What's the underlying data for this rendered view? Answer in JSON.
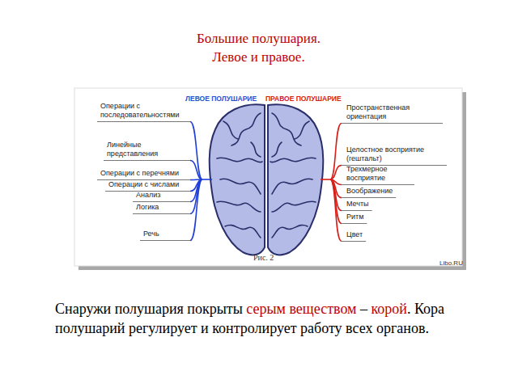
{
  "diagram": {
    "title": "Большие полушария. Левое и правое.",
    "labels": [
      "ЛЕВОЕ ПОЛУШАРИЕ",
      "ПРАВОЕ ПОЛУШАРИЕ",
      "Операции с последовательностями",
      "Линейные представления",
      "Операции с перечнями",
      "Операции с числами",
      "Анализ",
      "Логика",
      "Речь",
      "Пространственная ориентация",
      "Целостное восприятие (гештальт)",
      "Трехмерное восприятие",
      "Воображение",
      "Мечты",
      "Ритм",
      "Цвет",
      "Рис. 2",
      "Libo.RU",
      "Снаружи полушария покрыты",
      "серым веществом",
      "–",
      "корой",
      ".",
      "Кора полушарий регулирует и контролирует работу всех органов."
    ]
  }
}
